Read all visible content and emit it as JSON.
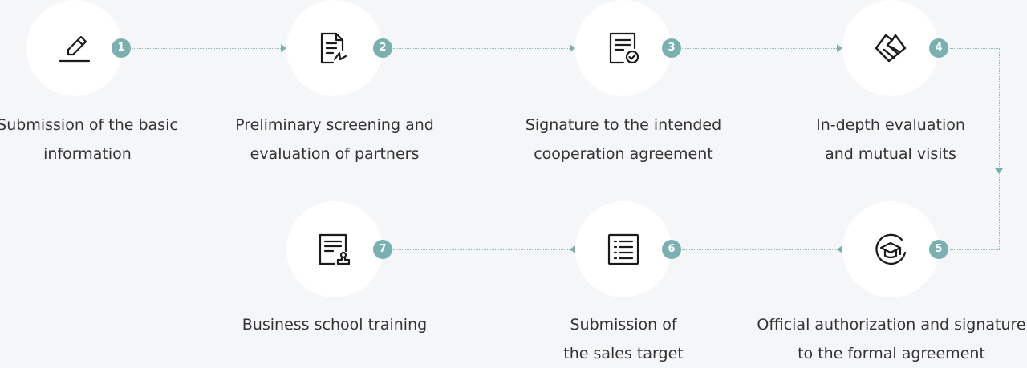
{
  "steps": [
    {
      "number": "1",
      "icon": "pencil-icon",
      "line1": "Submission of the basic",
      "line2": "information"
    },
    {
      "number": "2",
      "icon": "document-sign-icon",
      "line1": "Preliminary screening and",
      "line2": "evaluation of partners"
    },
    {
      "number": "3",
      "icon": "document-check-icon",
      "line1": "Signature to the intended",
      "line2": "cooperation agreement"
    },
    {
      "number": "4",
      "icon": "handshake-icon",
      "line1": "In-depth evaluation",
      "line2": "and mutual visits"
    },
    {
      "number": "5",
      "icon": "graduation-cap-icon",
      "line1": "Official authorization and signature",
      "line2": "to the formal agreement"
    },
    {
      "number": "6",
      "icon": "list-document-icon",
      "line1": "Submission of",
      "line2": "the sales target"
    },
    {
      "number": "7",
      "icon": "document-stamp-icon",
      "line1": "Business school training",
      "line2": ""
    }
  ],
  "colors": {
    "accent": "#7ab0b1",
    "background": "#f5f6f8",
    "text": "#333333",
    "icon": "#1a1a1a"
  }
}
